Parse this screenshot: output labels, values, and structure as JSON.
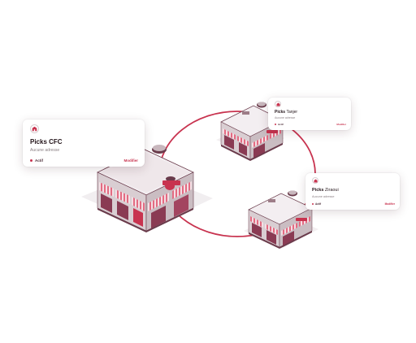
{
  "colors": {
    "accent": "#c8334f",
    "building_wall": "#d9ced2",
    "building_roof": "#f2eef0",
    "building_dark": "#6a3b4b",
    "pink": "#e36b82"
  },
  "cards": {
    "main": {
      "logo_icon": "store-logo-icon",
      "title": "Picks CFC",
      "address": "Aucune adresse",
      "status": "Actif",
      "modify": "Modifier"
    },
    "tanjer": {
      "logo_icon": "store-logo-icon",
      "title_brand": "Picks",
      "title_name": "Tanjer",
      "address": "Aucune adresse",
      "status": "Actif",
      "modify": "Modifier"
    },
    "ziraoui": {
      "logo_icon": "store-logo-icon",
      "title_brand": "Picks",
      "title_name": "Ziraoui",
      "address": "Aucune adresse",
      "status": "Actif",
      "modify": "Modifier"
    }
  }
}
